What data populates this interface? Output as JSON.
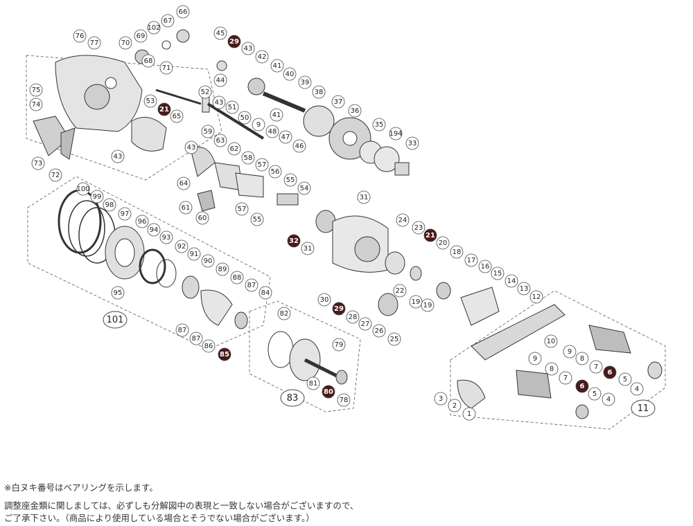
{
  "diagram": {
    "callouts": [
      {
        "label": "76",
        "dark": false
      },
      {
        "label": "77",
        "dark": false
      },
      {
        "label": "69",
        "dark": false
      },
      {
        "label": "102",
        "dark": false
      },
      {
        "label": "67",
        "dark": false
      },
      {
        "label": "66",
        "dark": false
      },
      {
        "label": "70",
        "dark": false
      },
      {
        "label": "68",
        "dark": false
      },
      {
        "label": "71",
        "dark": false
      },
      {
        "label": "75",
        "dark": false
      },
      {
        "label": "74",
        "dark": false
      },
      {
        "label": "73",
        "dark": false
      },
      {
        "label": "72",
        "dark": false
      },
      {
        "label": "45",
        "dark": false
      },
      {
        "label": "29",
        "dark": true
      },
      {
        "label": "43",
        "dark": false
      },
      {
        "label": "42",
        "dark": false
      },
      {
        "label": "41",
        "dark": false
      },
      {
        "label": "40",
        "dark": false
      },
      {
        "label": "44",
        "dark": false
      },
      {
        "label": "39",
        "dark": false
      },
      {
        "label": "38",
        "dark": false
      },
      {
        "label": "37",
        "dark": false
      },
      {
        "label": "36",
        "dark": false
      },
      {
        "label": "52",
        "dark": false
      },
      {
        "label": "43",
        "dark": false
      },
      {
        "label": "51",
        "dark": false
      },
      {
        "label": "41",
        "dark": false
      },
      {
        "label": "53",
        "dark": false
      },
      {
        "label": "21",
        "dark": true
      },
      {
        "label": "65",
        "dark": false
      },
      {
        "label": "50",
        "dark": false
      },
      {
        "label": "9",
        "dark": false
      },
      {
        "label": "48",
        "dark": false
      },
      {
        "label": "47",
        "dark": false
      },
      {
        "label": "46",
        "dark": false
      },
      {
        "label": "35",
        "dark": false
      },
      {
        "label": "194",
        "dark": false
      },
      {
        "label": "33",
        "dark": false
      },
      {
        "label": "43",
        "dark": false
      },
      {
        "label": "59",
        "dark": false
      },
      {
        "label": "63",
        "dark": false
      },
      {
        "label": "62",
        "dark": false
      },
      {
        "label": "58",
        "dark": false
      },
      {
        "label": "57",
        "dark": false
      },
      {
        "label": "56",
        "dark": false
      },
      {
        "label": "55",
        "dark": false
      },
      {
        "label": "54",
        "dark": false
      },
      {
        "label": "43",
        "dark": false
      },
      {
        "label": "64",
        "dark": false
      },
      {
        "label": "61",
        "dark": false
      },
      {
        "label": "60",
        "dark": false
      },
      {
        "label": "57",
        "dark": false
      },
      {
        "label": "55",
        "dark": false
      },
      {
        "label": "31",
        "dark": false
      },
      {
        "label": "32",
        "dark": true
      },
      {
        "label": "31",
        "dark": false
      },
      {
        "label": "24",
        "dark": false
      },
      {
        "label": "23",
        "dark": false
      },
      {
        "label": "21",
        "dark": true
      },
      {
        "label": "20",
        "dark": false
      },
      {
        "label": "18",
        "dark": false
      },
      {
        "label": "17",
        "dark": false
      },
      {
        "label": "16",
        "dark": false
      },
      {
        "label": "15",
        "dark": false
      },
      {
        "label": "14",
        "dark": false
      },
      {
        "label": "13",
        "dark": false
      },
      {
        "label": "12",
        "dark": false
      },
      {
        "label": "100",
        "dark": false
      },
      {
        "label": "99",
        "dark": false
      },
      {
        "label": "98",
        "dark": false
      },
      {
        "label": "97",
        "dark": false
      },
      {
        "label": "96",
        "dark": false
      },
      {
        "label": "94",
        "dark": false
      },
      {
        "label": "93",
        "dark": false
      },
      {
        "label": "92",
        "dark": false
      },
      {
        "label": "91",
        "dark": false
      },
      {
        "label": "90",
        "dark": false
      },
      {
        "label": "89",
        "dark": false
      },
      {
        "label": "88",
        "dark": false
      },
      {
        "label": "87",
        "dark": false
      },
      {
        "label": "84",
        "dark": false
      },
      {
        "label": "95",
        "dark": false
      },
      {
        "label": "87",
        "dark": false
      },
      {
        "label": "87",
        "dark": false
      },
      {
        "label": "86",
        "dark": false
      },
      {
        "label": "85",
        "dark": true
      },
      {
        "label": "82",
        "dark": false
      },
      {
        "label": "79",
        "dark": false
      },
      {
        "label": "81",
        "dark": false
      },
      {
        "label": "80",
        "dark": true
      },
      {
        "label": "78",
        "dark": false
      },
      {
        "label": "30",
        "dark": false
      },
      {
        "label": "29",
        "dark": true
      },
      {
        "label": "22",
        "dark": false
      },
      {
        "label": "19",
        "dark": false
      },
      {
        "label": "19",
        "dark": false
      },
      {
        "label": "28",
        "dark": false
      },
      {
        "label": "27",
        "dark": false
      },
      {
        "label": "26",
        "dark": false
      },
      {
        "label": "25",
        "dark": false
      },
      {
        "label": "10",
        "dark": false
      },
      {
        "label": "9",
        "dark": false
      },
      {
        "label": "8",
        "dark": false
      },
      {
        "label": "7",
        "dark": false
      },
      {
        "label": "6",
        "dark": true
      },
      {
        "label": "5",
        "dark": false
      },
      {
        "label": "4",
        "dark": false
      },
      {
        "label": "9",
        "dark": false
      },
      {
        "label": "8",
        "dark": false
      },
      {
        "label": "7",
        "dark": false
      },
      {
        "label": "6",
        "dark": true
      },
      {
        "label": "5",
        "dark": false
      },
      {
        "label": "4",
        "dark": false
      },
      {
        "label": "3",
        "dark": false
      },
      {
        "label": "2",
        "dark": false
      },
      {
        "label": "1",
        "dark": false
      }
    ],
    "assembly_labels": [
      {
        "label": "101"
      },
      {
        "label": "83"
      },
      {
        "label": "11"
      }
    ]
  },
  "notes": {
    "line1": "※白ヌキ番号はベアリングを示します。",
    "line2": "調整座金類に関しましては、必ずしも分解図中の表現と一致しない場合がございますので、",
    "line3": "ご了承下さい。（商品により使用している場合とそうでない場合がございます。）"
  },
  "colors": {
    "dark_callout": "#4a1a1a",
    "line": "#333333",
    "part_fill": "#d9d9d9"
  }
}
